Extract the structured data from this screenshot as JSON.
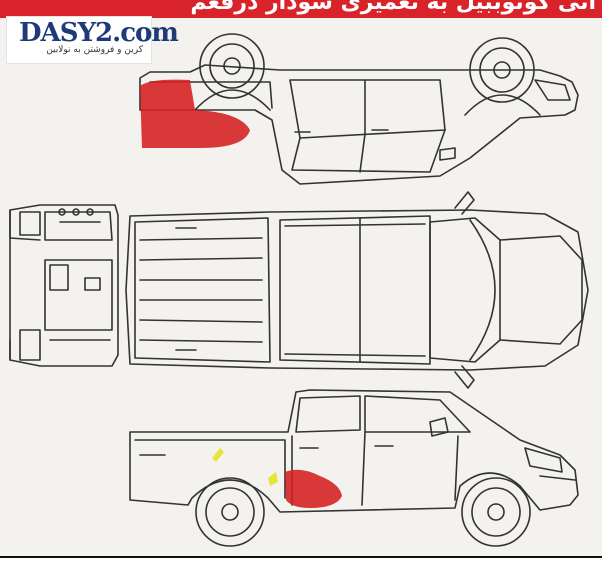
{
  "banner": {
    "text": "اتی کوتوببیل به تعمیری سودار درفعم"
  },
  "logo": {
    "brand_main": "DASY2",
    "brand_accent": "",
    "brand_suffix": ".com",
    "tagline": "کرین و فروشتن به نولابین"
  },
  "colors": {
    "banner": "#d8232a",
    "damage_red": "#d41f1f",
    "damage_yellow": "#e6e63a",
    "line": "#333333"
  },
  "views": [
    {
      "name": "left-side-flipped",
      "damage": "red rear bumper + lower rear area"
    },
    {
      "name": "top-view",
      "damage": "none"
    },
    {
      "name": "rear-view",
      "damage": "none"
    },
    {
      "name": "right-side",
      "damage": "red rear door lower; yellow marks"
    }
  ]
}
